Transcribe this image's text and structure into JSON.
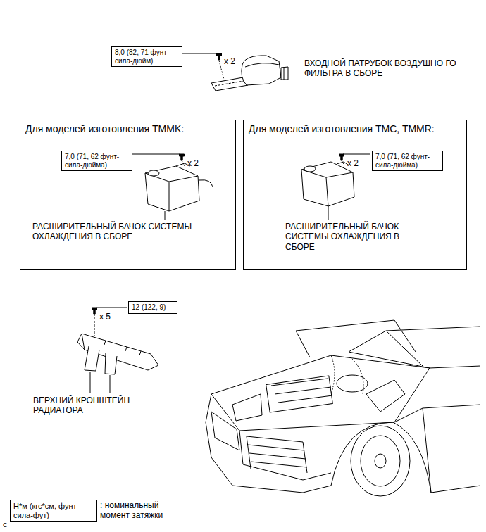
{
  "diagram": {
    "nodes": [
      {
        "text": [
          "8,0 (82, 71 фунт-сила-дюйм)"
        ]
      },
      {
        "text": [
          "Для моделей изготовления TMMK:"
        ]
      },
      {
        "text": [
          "7,0 (71, 62 фунт-сила-дюйма)"
        ],
        "in": 1
      },
      {
        "text": [
          "Для моделей изготовления TMC, TMMR:"
        ]
      },
      {
        "text": [
          "7,0 (71, 62 фунт-сила-дюйма)"
        ],
        "in": 3
      },
      {
        "text": [
          "12 (122, 9)"
        ]
      },
      {
        "text": [
          "Н*м (кгс*см, фунт-сила-фут)"
        ]
      }
    ],
    "labels": [
      "x 2",
      "ВХОДНОЙ ПАТРУБОК ВОЗДУШНО ГО ФИЛЬТРА В СБОРЕ",
      "x 2",
      "РАСШИРИТЕЛЬНЫЙ БАЧОК СИСТЕМЫ ОХЛАЖДЕНИЯ В СБОРЕ",
      "x 2",
      "РАСШИРИТЕЛЬНЫЙ БАЧОК СИСТЕМЫ ОХЛАЖДЕНИЯ В СБОРЕ",
      "x 5",
      "ВЕРХНИЙ КРОНШТЕЙН РАДИАТОРА",
      ": номинальный момент затяжки",
      "C"
    ]
  }
}
